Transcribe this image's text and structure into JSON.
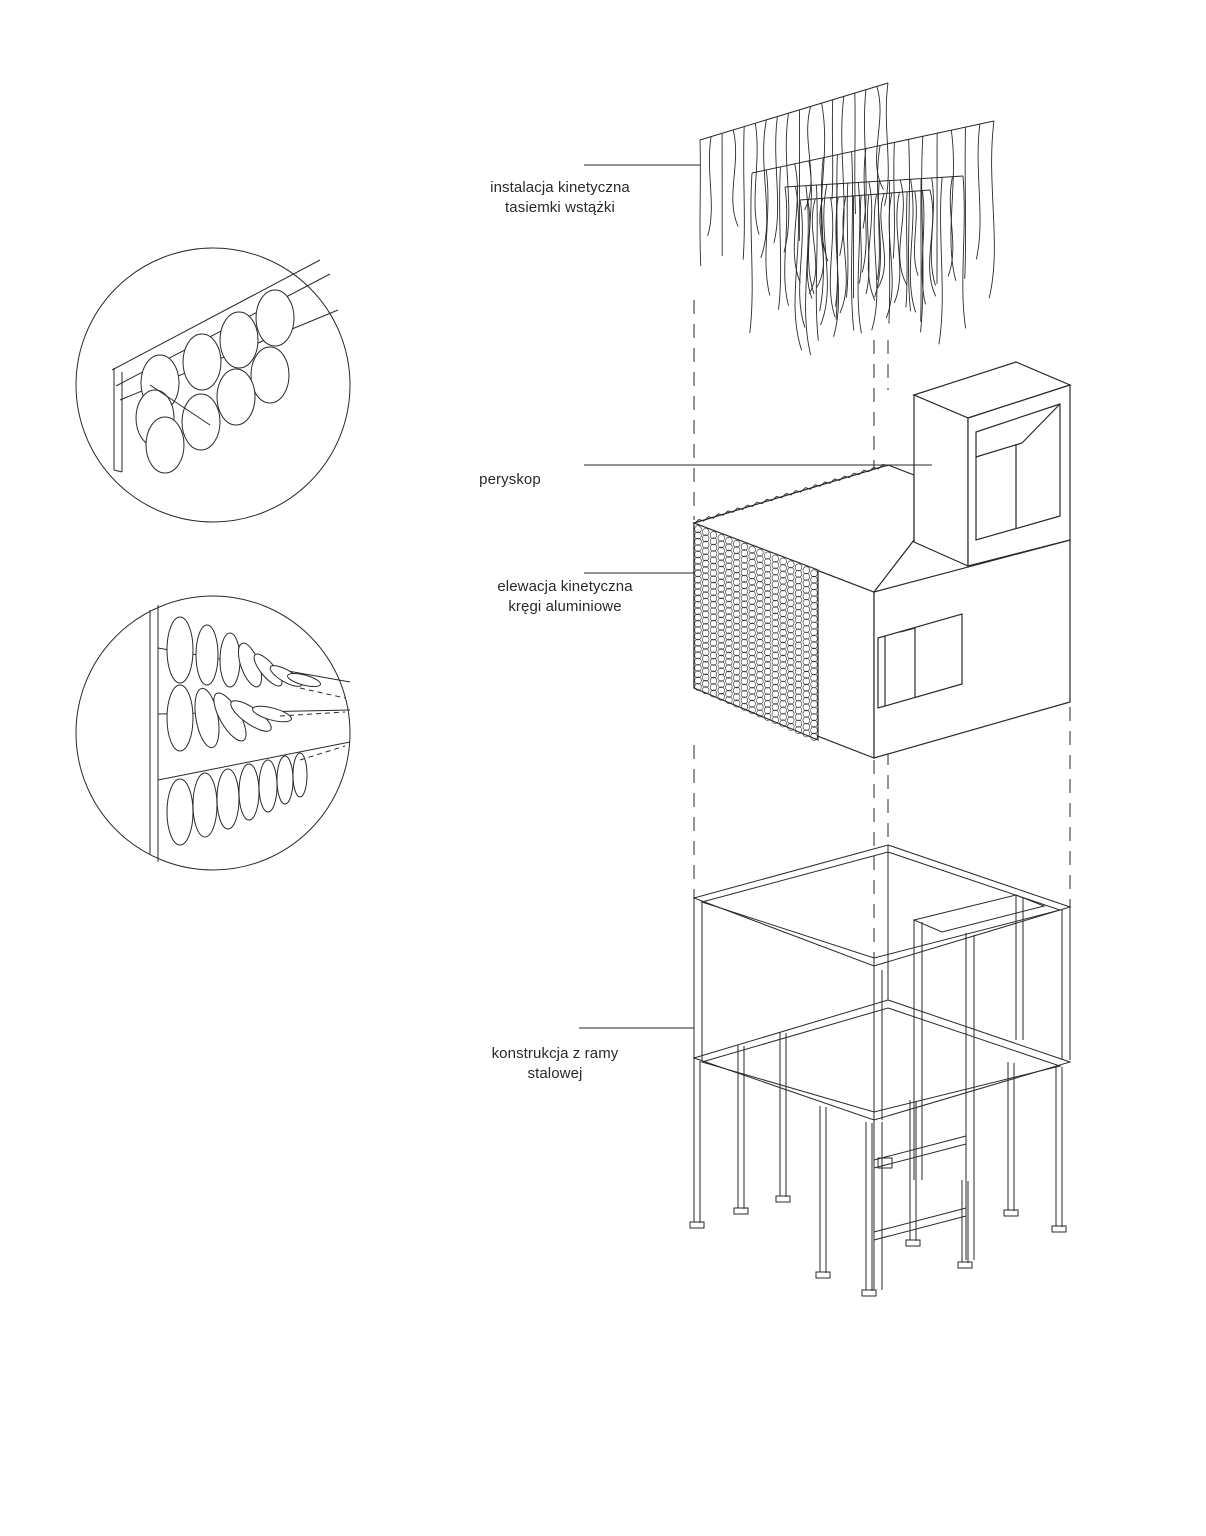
{
  "labels": {
    "ribbons": {
      "line1": "instalacja kinetyczna",
      "line2": "tasiemki wstążki"
    },
    "periscope": {
      "line1": "peryskop"
    },
    "facade": {
      "line1": "elewacja kinetyczna",
      "line2": "kręgi aluminiowe"
    },
    "frame": {
      "line1": "konstrukcja z ramy",
      "line2": "stalowej"
    }
  },
  "colors": {
    "ink": "#2a2a2a",
    "background": "#ffffff"
  }
}
